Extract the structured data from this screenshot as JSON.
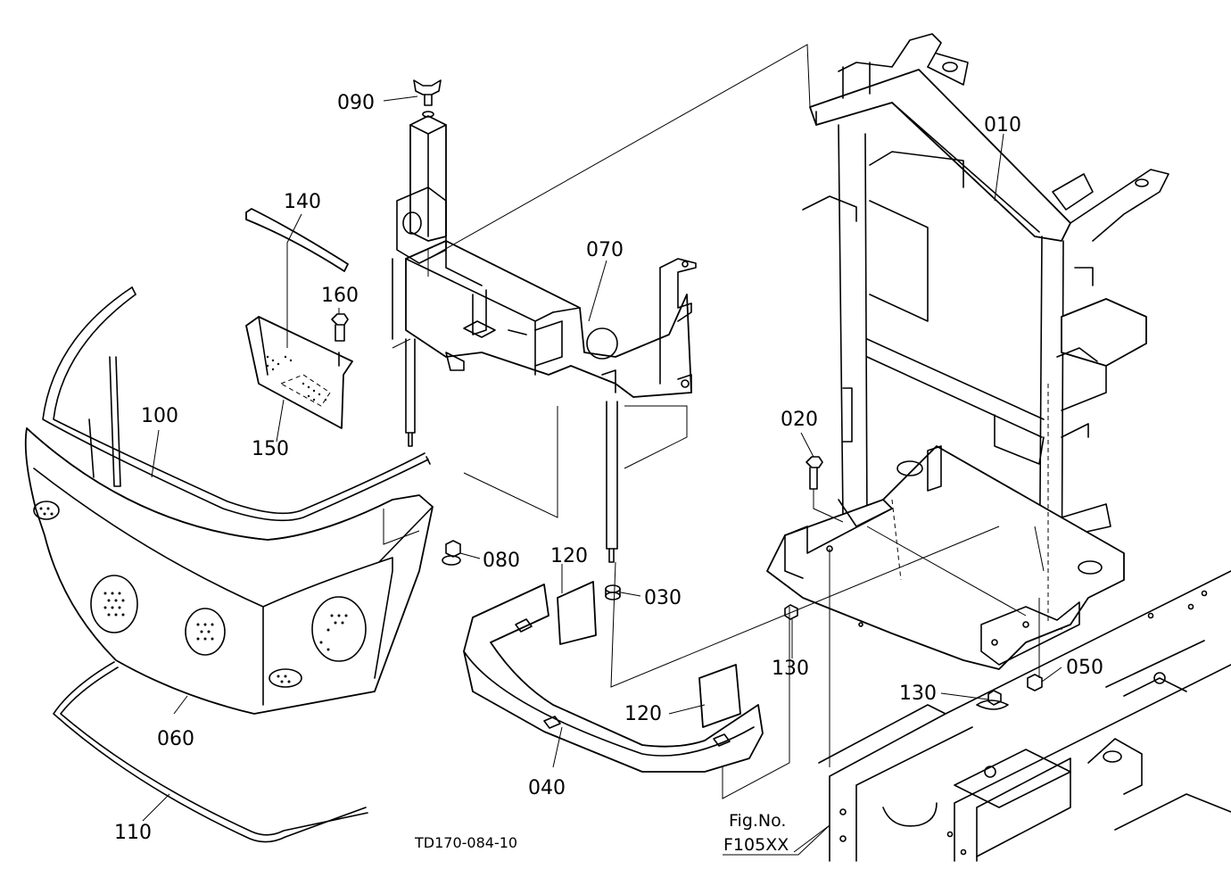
{
  "diagram": {
    "drawing_number": "TD170-084-10",
    "fig_reference": {
      "line1": "Fig.No.",
      "line2": "F105XX"
    },
    "parts": [
      {
        "id": "010",
        "label": "010"
      },
      {
        "id": "020",
        "label": "020"
      },
      {
        "id": "030",
        "label": "030"
      },
      {
        "id": "040",
        "label": "040"
      },
      {
        "id": "050",
        "label": "050"
      },
      {
        "id": "060",
        "label": "060"
      },
      {
        "id": "070",
        "label": "070"
      },
      {
        "id": "080",
        "label": "080"
      },
      {
        "id": "090",
        "label": "090"
      },
      {
        "id": "100",
        "label": "100"
      },
      {
        "id": "110",
        "label": "110"
      },
      {
        "id": "120a",
        "label": "120"
      },
      {
        "id": "120b",
        "label": "120"
      },
      {
        "id": "130a",
        "label": "130"
      },
      {
        "id": "130b",
        "label": "130"
      },
      {
        "id": "140",
        "label": "140"
      },
      {
        "id": "150",
        "label": "150"
      },
      {
        "id": "160",
        "label": "160"
      }
    ]
  }
}
